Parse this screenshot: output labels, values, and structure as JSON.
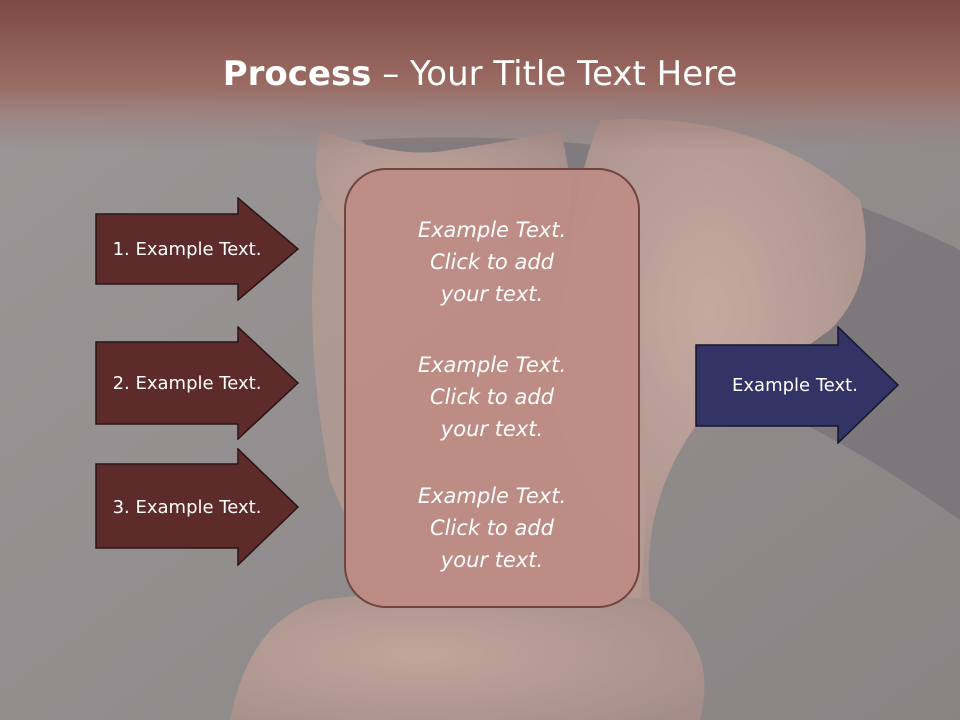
{
  "slide": {
    "title_bold": "Process",
    "title_rest": " – Your Title Text Here"
  },
  "steps": [
    {
      "label": "1. Example Text."
    },
    {
      "label": "2. Example Text."
    },
    {
      "label": "3. Example Text."
    }
  ],
  "center_blocks": [
    {
      "line1": "Example Text.",
      "line2": "Click  to add",
      "line3": "your text."
    },
    {
      "line1": "Example Text.",
      "line2": "Click  to add",
      "line3": "your text."
    },
    {
      "line1": "Example Text.",
      "line2": "Click  to add",
      "line3": "your text."
    }
  ],
  "result": {
    "label": "Example Text."
  },
  "colors": {
    "step_fill": "#5e2b2b",
    "result_fill": "#333366",
    "center_fill": "#be8c84",
    "title_band": "#8a5a52"
  }
}
